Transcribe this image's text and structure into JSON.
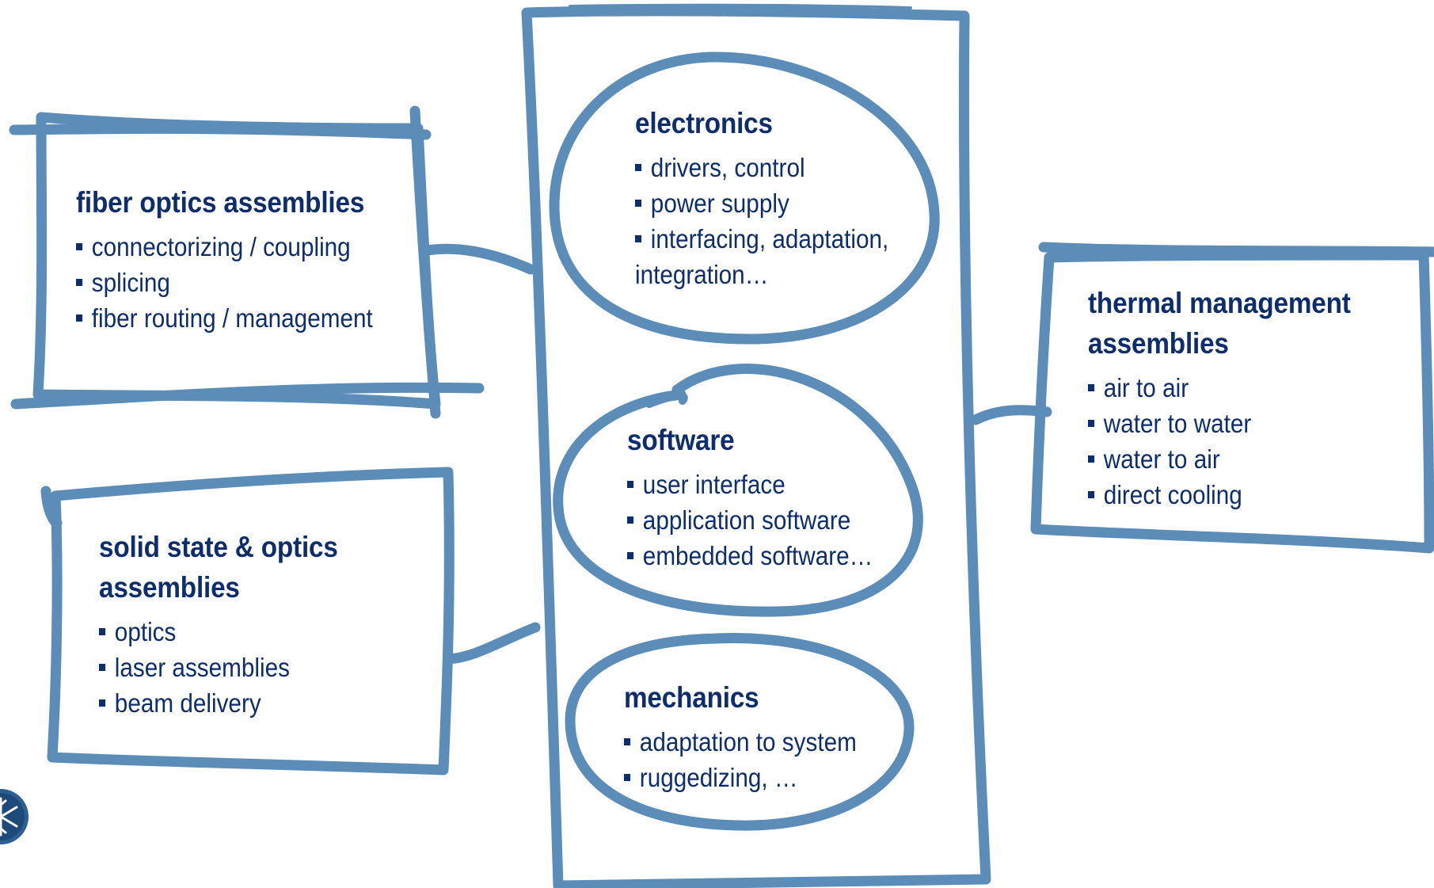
{
  "diagram": {
    "colors": {
      "stroke": "#5b8db8",
      "text": "#0d2d6c",
      "background": "#ffffff"
    },
    "blocks": {
      "fiber_optics": {
        "title": "fiber optics assemblies",
        "items": [
          "connectorizing / coupling",
          "splicing",
          "fiber routing / management"
        ]
      },
      "solid_state": {
        "title_lines": [
          "solid state & optics",
          "assemblies"
        ],
        "items": [
          "optics",
          "laser assemblies",
          "beam delivery"
        ]
      },
      "electronics": {
        "title": "electronics",
        "items": [
          "drivers, control",
          "power supply",
          "interfacing, adaptation,"
        ],
        "item_continuation": "integration…"
      },
      "software": {
        "title": "software",
        "items": [
          "user interface",
          "application software",
          "embedded software…"
        ]
      },
      "mechanics": {
        "title": "mechanics",
        "items": [
          "adaptation to system",
          "ruggedizing, …"
        ]
      },
      "thermal": {
        "title_lines": [
          "thermal management",
          "assemblies"
        ],
        "items": [
          "air to air",
          "water to water",
          "water to air",
          "direct cooling"
        ]
      }
    },
    "logo_icon": "snowflake-icon"
  }
}
